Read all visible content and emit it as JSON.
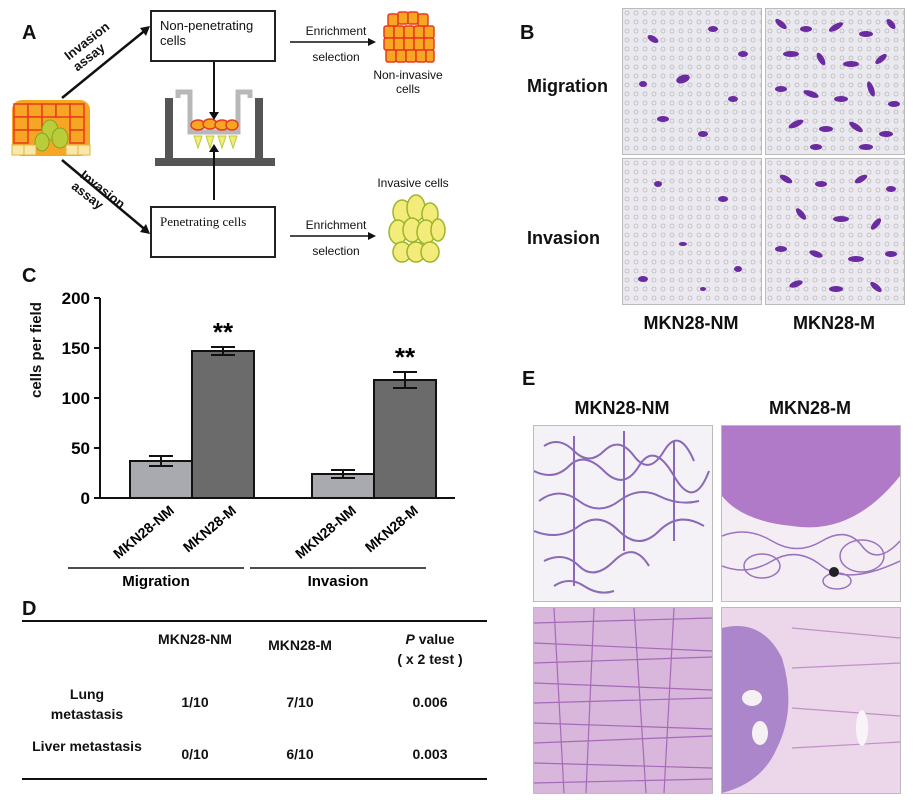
{
  "panel_A": {
    "letter": "A",
    "invasion_assay_top": "Invasion assay",
    "invasion_assay_bottom": "Invasion assay",
    "box_non_penetrating": "Non-penetrating cells",
    "box_penetrating": "Penetrating cells",
    "enrichment_top": "Enrichment selection",
    "enrichment_bottom": "Enrichment selection",
    "non_invasive_label": "Non-invasive cells",
    "invasive_label": "Invasive cells",
    "colors": {
      "red_cell": "#e83a1c",
      "orange_cell": "#f6a623",
      "yellow_cell": "#f3ec7a",
      "green_cell": "#b9cc3a"
    }
  },
  "panel_B": {
    "letter": "B",
    "row_labels": [
      "Migration",
      "Invasion"
    ],
    "col_labels": [
      "MKN28-NM",
      "MKN28-M"
    ],
    "stain_color": "#6a2aa0"
  },
  "panel_C": {
    "letter": "C",
    "chart_data": {
      "type": "bar",
      "ylabel": "cells per field",
      "ylim": [
        0,
        200
      ],
      "yticks": [
        0,
        50,
        100,
        150,
        200
      ],
      "groups": [
        {
          "name": "Migration",
          "bars": [
            {
              "label": "MKN28-NM",
              "value": 37,
              "error": 5,
              "sig": ""
            },
            {
              "label": "MKN28-M",
              "value": 147,
              "error": 4,
              "sig": "**"
            }
          ]
        },
        {
          "name": "Invasion",
          "bars": [
            {
              "label": "MKN28-NM",
              "value": 24,
              "error": 4,
              "sig": ""
            },
            {
              "label": "MKN28-M",
              "value": 118,
              "error": 8,
              "sig": "**"
            }
          ]
        }
      ],
      "colors": {
        "NM": "#a9a9b0",
        "M": "#6b6b6b"
      }
    }
  },
  "panel_D": {
    "letter": "D",
    "headers": [
      "",
      "MKN28-NM",
      "MKN28-M",
      "P value (χ2 test)"
    ],
    "header_p_italic": "P",
    "header_p_rest": " value",
    "header_p_test": "( x 2 test )",
    "rows": [
      {
        "label": "Lung metastasis",
        "nm": "1/10",
        "m": "7/10",
        "p": "0.006"
      },
      {
        "label": "Liver metastasis",
        "nm": "0/10",
        "m": "6/10",
        "p": "0.003"
      }
    ]
  },
  "panel_E": {
    "letter": "E",
    "col_labels": [
      "MKN28-NM",
      "MKN28-M"
    ]
  }
}
